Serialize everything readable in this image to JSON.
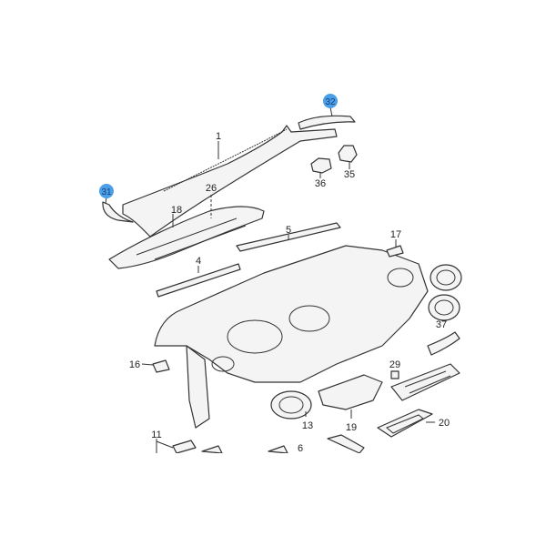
{
  "diagram": {
    "labels": {
      "p1": "1",
      "p4": "4",
      "p5": "5",
      "p6": "6",
      "p11": "11",
      "p13": "13",
      "p16": "16",
      "p17": "17",
      "p18": "18",
      "p19": "19",
      "p20": "20",
      "p26": "26",
      "p29": "29",
      "p31": "31",
      "p32": "32",
      "p35": "35",
      "p36": "36",
      "p37": "37"
    },
    "highlight_color": "#4a9fe8",
    "highlighted": [
      "31",
      "32"
    ]
  }
}
